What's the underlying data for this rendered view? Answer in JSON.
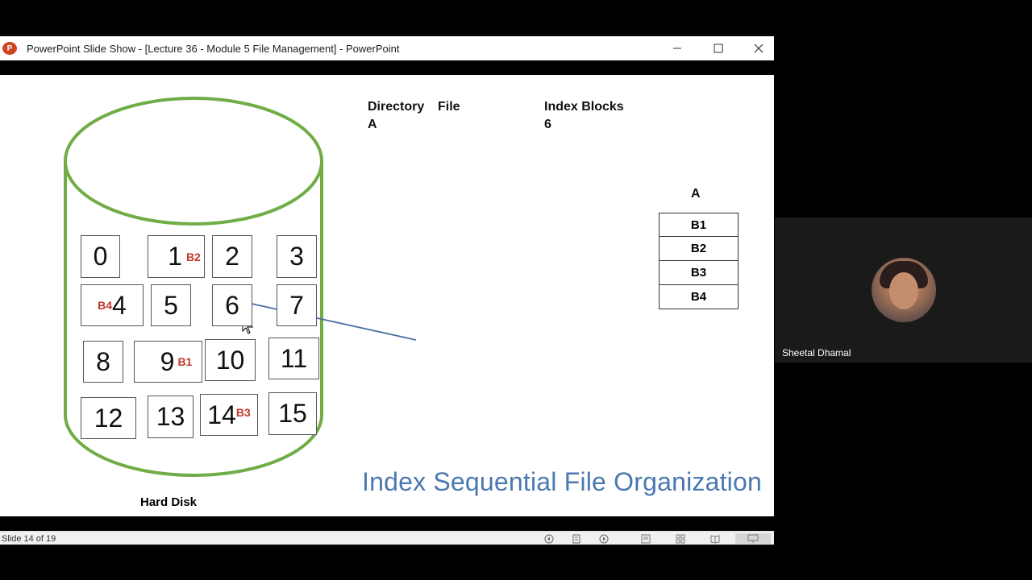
{
  "window": {
    "app_icon_letter": "P",
    "title": "PowerPoint Slide Show - [Lecture 36 - Module 5 File Management] - PowerPoint"
  },
  "slide": {
    "directory_header": "Directory",
    "file_header": "File",
    "index_blocks_header": "Index Blocks",
    "directory_value": "A",
    "index_blocks_value": "6",
    "index_table_title": "A",
    "index_table_rows": [
      "B1",
      "B2",
      "B3",
      "B4"
    ],
    "disk_blocks": {
      "b0": "0",
      "b1": "1",
      "b2": "2",
      "b3": "3",
      "b4": "4",
      "b5": "5",
      "b6": "6",
      "b7": "7",
      "b8": "8",
      "b9": "9",
      "b10": "10",
      "b11": "11",
      "b12": "12",
      "b13": "13",
      "b14": "14",
      "b15": "15"
    },
    "block_tags": {
      "t1": "B2",
      "t4": "B4",
      "t9": "B1",
      "t14": "B3"
    },
    "title": "Index Sequential File Organization",
    "hard_disk_label": "Hard Disk",
    "disk_color": "#70ad47",
    "title_color": "#4a78b0",
    "tag_color": "#c0392b"
  },
  "status": {
    "slide_counter": "Slide 14 of 19"
  },
  "participant": {
    "name": "Sheetal Dhamal"
  }
}
